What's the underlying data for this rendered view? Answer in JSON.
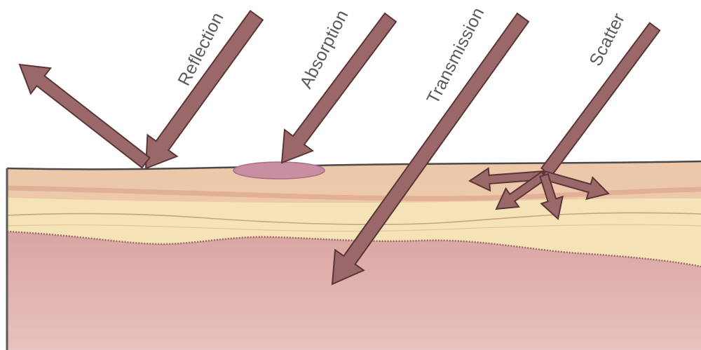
{
  "labels": {
    "reflection": "Reflection",
    "absorption": "Absorption",
    "transmission": "Transmission",
    "scatter": "Scatter"
  },
  "colors": {
    "background": "#ffffff",
    "arrow_fill": "#9a6868",
    "arrow_stroke": "#5a3636",
    "outline": "#4a4a4a",
    "epidermis": "#eec9a8",
    "dermis_band": "#f4e1b6",
    "subcutis": "#dbaaa6",
    "absorbed_spot": "#c88fa3"
  }
}
